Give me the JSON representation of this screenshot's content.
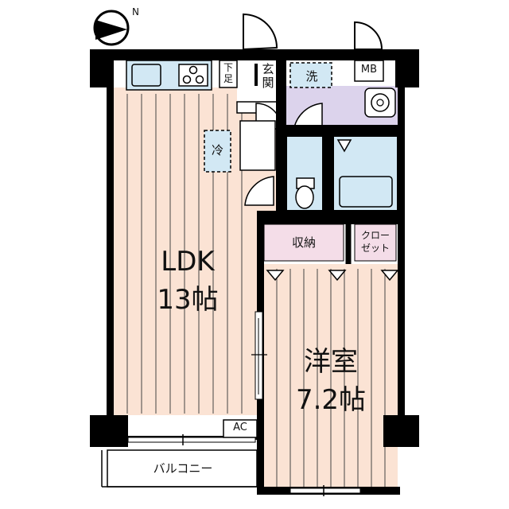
{
  "compass": {
    "label": "N"
  },
  "rooms": {
    "ldk": {
      "name": "LDK",
      "size": "13帖"
    },
    "western": {
      "name": "洋室",
      "size": "7.2帖"
    },
    "storage": {
      "name": "収納"
    },
    "closet": {
      "line1": "クロー",
      "line2": "ゼット"
    },
    "balcony": {
      "name": "バルコニー"
    }
  },
  "fixtures": {
    "genkan": {
      "line1": "玄",
      "line2": "関"
    },
    "shoe_box": {
      "line1": "下",
      "line2": "足"
    },
    "washer": {
      "name": "洗"
    },
    "fridge": {
      "name": "冷"
    },
    "meter_box": {
      "name": "MB"
    },
    "air_conditioner": {
      "name": "AC"
    }
  },
  "colors": {
    "wall": "#000000",
    "floor_wood": "#fbe3d4",
    "wet_area_blue": "#d2e8f4",
    "washroom_lavender": "#dcd3ec",
    "storage_pink": "#f4dde8",
    "grain_line": "#444444"
  }
}
